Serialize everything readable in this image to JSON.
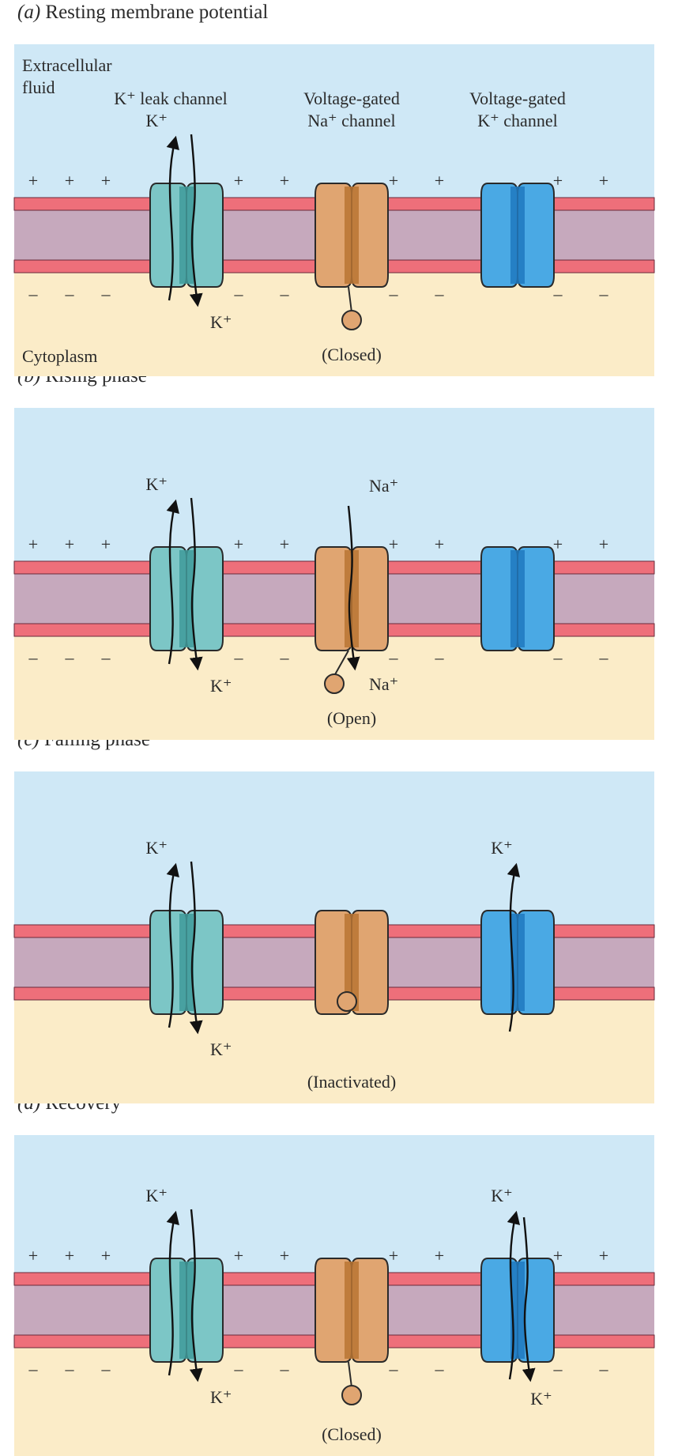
{
  "colors": {
    "extracellular": "#cfe8f6",
    "cytoplasm": "#fbecc8",
    "membrane_core": "#c6a9bd",
    "membrane_line": "#ee6f7a",
    "leak_channel": "#7cc6c6",
    "leak_channel_dark": "#3f9a9a",
    "na_channel": "#e0a571",
    "na_channel_dark": "#b97433",
    "k_channel": "#4aa9e4",
    "k_channel_dark": "#1f79c0"
  },
  "panels": [
    {
      "letter": "(a)",
      "title": "Resting membrane potential",
      "extracellular_label": [
        "Extracellular",
        "fluid"
      ],
      "cytoplasm_label": "Cytoplasm",
      "channel_labels": {
        "leak": [
          "K⁺ leak channel"
        ],
        "na": [
          "Voltage-gated",
          "Na⁺ channel"
        ],
        "k": [
          "Voltage-gated",
          "K⁺ channel"
        ]
      },
      "na_state_label": "(Closed)",
      "show_charges": true,
      "leak_ion_top": "K⁺",
      "leak_ion_bottom": "K⁺",
      "na_ion_top": "",
      "na_ion_bottom": "",
      "k_ion_top": "",
      "k_ion_bottom": ""
    },
    {
      "letter": "(b)",
      "title": "Rising phase",
      "show_charges": true,
      "na_state_label": "(Open)",
      "leak_ion_top": "K⁺",
      "leak_ion_bottom": "K⁺",
      "na_ion_top": "Na⁺",
      "na_ion_bottom": "Na⁺",
      "k_ion_top": "",
      "k_ion_bottom": ""
    },
    {
      "letter": "(c)",
      "title": "Falling phase",
      "show_charges": false,
      "na_state_label": "(Inactivated)",
      "leak_ion_top": "K⁺",
      "leak_ion_bottom": "K⁺",
      "na_ion_top": "",
      "na_ion_bottom": "",
      "k_ion_top": "K⁺",
      "k_ion_bottom": ""
    },
    {
      "letter": "(d)",
      "title": "Recovery",
      "show_charges": true,
      "na_state_label": "(Closed)",
      "leak_ion_top": "K⁺",
      "leak_ion_bottom": "K⁺",
      "na_ion_top": "",
      "na_ion_bottom": "",
      "k_ion_top": "K⁺",
      "k_ion_bottom": "K⁺"
    }
  ],
  "charges": {
    "plus": "+",
    "minus": "–"
  }
}
